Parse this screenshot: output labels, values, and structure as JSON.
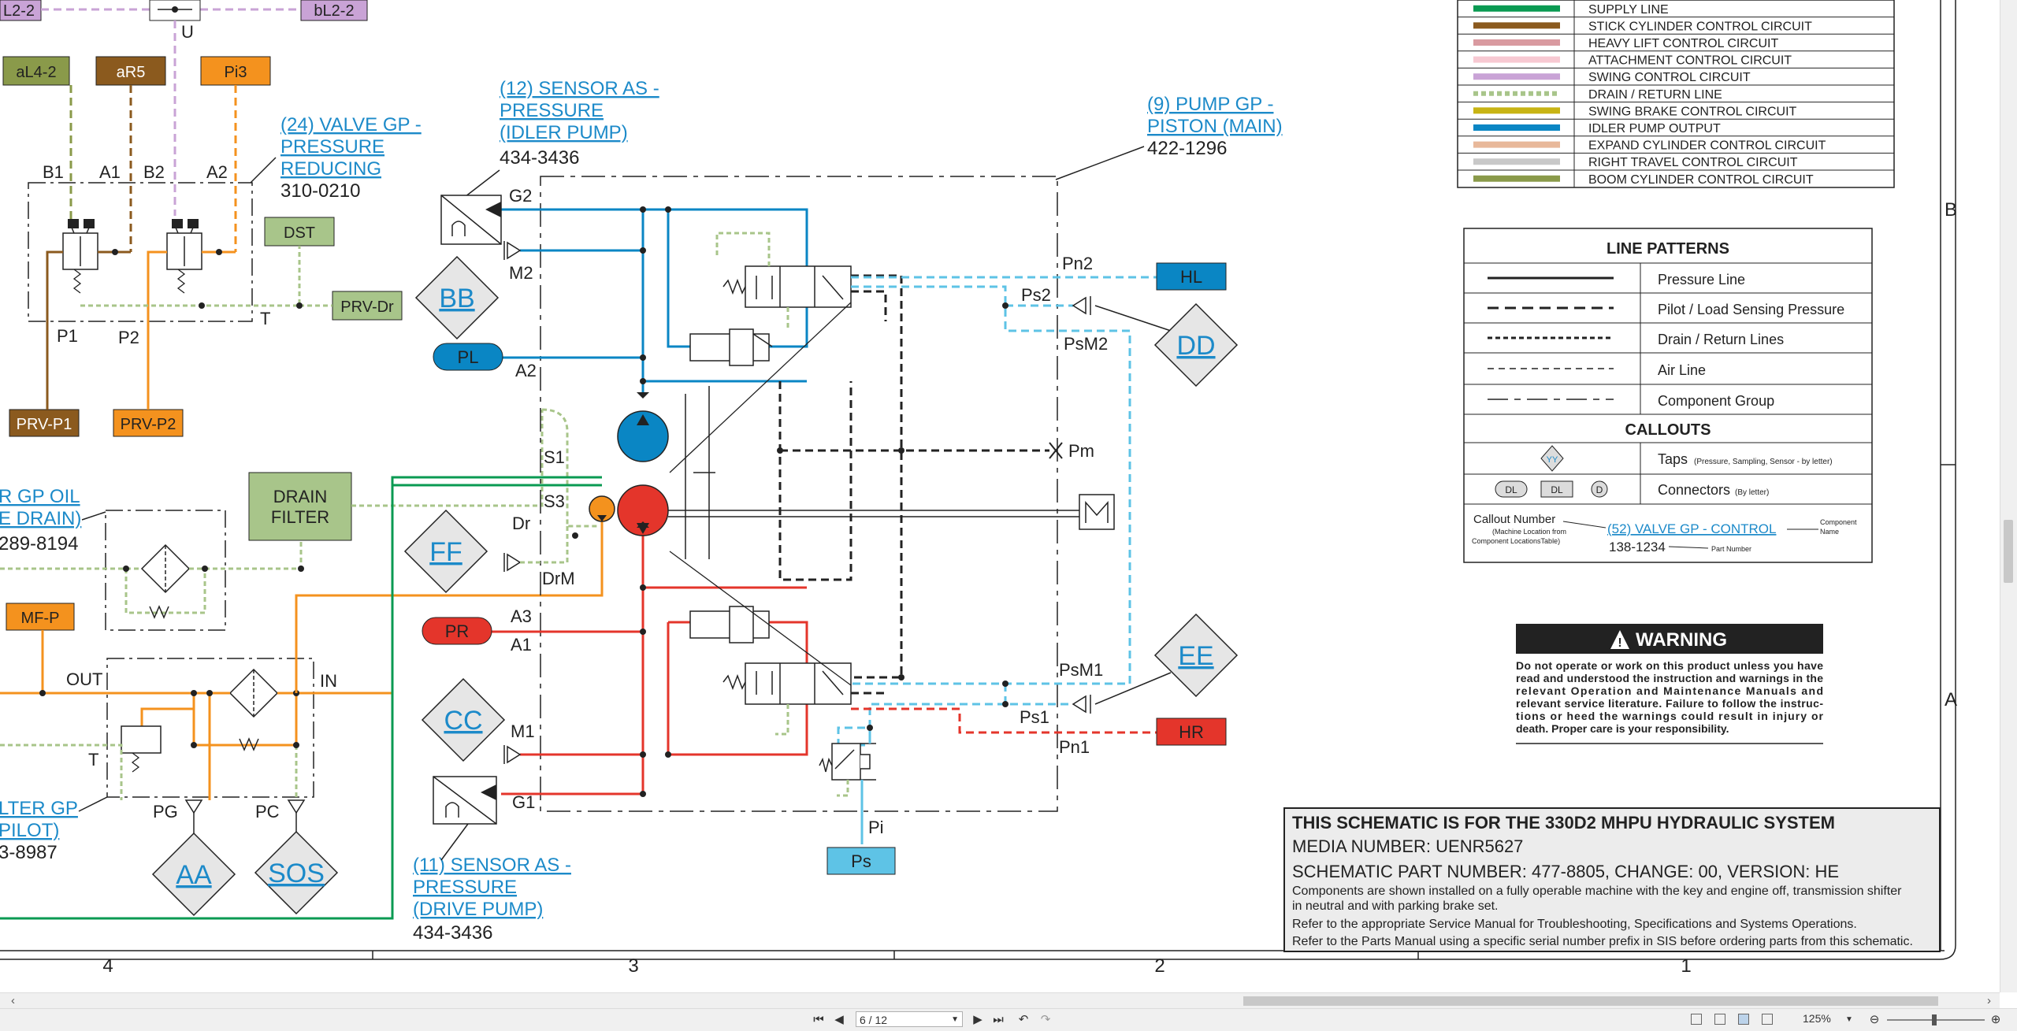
{
  "schematic": {
    "top_connectors": {
      "left": "L2-2",
      "right": "bL2-2",
      "valve_label": "U"
    },
    "ports_left": {
      "al42": "aL4-2",
      "ar5": "aR5",
      "pi3": "Pi3",
      "dst": "DST",
      "prvdr": "PRV-Dr",
      "prvp1": "PRV-P1",
      "prvp2": "PRV-P2",
      "mfp": "MF-P",
      "drain_filter_1": "DRAIN",
      "drain_filter_2": "FILTER"
    },
    "valve_ports": {
      "b1": "B1",
      "a1": "A1",
      "b2": "B2",
      "a2": "A2",
      "p1": "P1",
      "p2": "P2",
      "t": "T"
    },
    "filter_ports": {
      "out": "OUT",
      "in": "IN",
      "t": "T",
      "pg": "PG",
      "pc": "PC"
    },
    "callout_24": {
      "line1": "(24) VALVE GP -",
      "line2": "PRESSURE",
      "line3": "REDUCING",
      "part": "310-0210"
    },
    "callout_12": {
      "line1": "(12) SENSOR AS -",
      "line2": "PRESSURE",
      "line3": "(IDLER PUMP)",
      "part": "434-3436"
    },
    "callout_11": {
      "line1": "(11) SENSOR AS -",
      "line2": "PRESSURE",
      "line3": "(DRIVE PUMP)",
      "part": "434-3436"
    },
    "callout_9": {
      "line1": "(9) PUMP GP -",
      "line2": "PISTON (MAIN)",
      "part": "422-1296"
    },
    "callout_filter_oil": {
      "line1": "R GP OIL",
      "line2": "E DRAIN)",
      "part": "289-8194"
    },
    "callout_filter_pilot": {
      "line1": "LTER GP",
      "line2": "PILOT)",
      "part": "3-8987"
    },
    "diamonds": {
      "bb": "BB",
      "ff": "FF",
      "cc": "CC",
      "dd": "DD",
      "ee": "EE",
      "aa": "AA",
      "sos": "SOS"
    },
    "connectors": {
      "pl": "PL",
      "pr": "PR",
      "hl": "HL",
      "hr": "HR",
      "ps": "Ps"
    },
    "pump_ports": {
      "g2": "G2",
      "m2": "M2",
      "a2": "A2",
      "s1": "S1",
      "s3": "S3",
      "dr": "Dr",
      "drm": "DrM",
      "a3": "A3",
      "a1": "A1",
      "m1": "M1",
      "g1": "G1",
      "pn2": "Pn2",
      "ps2": "Ps2",
      "psm2": "PsM2",
      "pm": "Pm",
      "psm1": "PsM1",
      "ps1": "Ps1",
      "pn1": "Pn1",
      "pi": "Pi"
    },
    "zones": {
      "z4": "4",
      "z3": "3",
      "z2": "2",
      "z1": "1",
      "b": "B",
      "a": "A"
    }
  },
  "color_legend": {
    "items": [
      {
        "label": "SUPPLY LINE",
        "color": "#0a9a52",
        "dotted": false
      },
      {
        "label": "STICK CYLINDER CONTROL CIRCUIT",
        "color": "#8b5a1e",
        "dotted": false
      },
      {
        "label": "HEAVY LIFT CONTROL CIRCUIT",
        "color": "#d99aa0",
        "dotted": false
      },
      {
        "label": "ATTACHMENT CONTROL CIRCUIT",
        "color": "#f7c9d2",
        "dotted": false
      },
      {
        "label": "SWING CONTROL CIRCUIT",
        "color": "#c9a3d6",
        "dotted": false
      },
      {
        "label": "DRAIN / RETURN LINE",
        "color": "#a8c58a",
        "dotted": true
      },
      {
        "label": "SWING BRAKE CONTROL CIRCUIT",
        "color": "#c8b414",
        "dotted": false
      },
      {
        "label": "IDLER PUMP OUTPUT",
        "color": "#0a86c4",
        "dotted": false
      },
      {
        "label": "EXPAND CYLINDER CONTROL CIRCUIT",
        "color": "#e8b89a",
        "dotted": false
      },
      {
        "label": "RIGHT TRAVEL CONTROL CIRCUIT",
        "color": "#c8c8c8",
        "dotted": false
      },
      {
        "label": "BOOM CYLINDER CONTROL CIRCUIT",
        "color": "#8a9a4a",
        "dotted": false
      }
    ]
  },
  "line_patterns": {
    "title": "LINE PATTERNS",
    "items": [
      "Pressure Line",
      "Pilot / Load Sensing Pressure",
      "Drain / Return Lines",
      "Air Line",
      "Component Group"
    ],
    "callouts_title": "CALLOUTS",
    "taps_label": "Taps",
    "taps_note": "(Pressure, Sampling, Sensor - by letter)",
    "taps_symbol": "YY",
    "connectors_label": "Connectors",
    "connectors_note": "(By letter)",
    "conn_symbols": [
      "DL",
      "DL",
      "D"
    ],
    "callout_number": "Callout Number",
    "callout_location_1": "(Machine Location from",
    "callout_location_2": "Component LocationsTable)",
    "callout_example": "(52) VALVE GP - CONTROL",
    "component_name_1": "Component",
    "component_name_2": "Name",
    "part_example": "138-1234",
    "part_number": "Part Number"
  },
  "warning": {
    "title": "WARNING",
    "lines": [
      "Do not operate or work on this product unless you have",
      "read and understood the instruction and warnings in the",
      "relevant Operation and Maintenance Manuals and",
      "relevant service literature. Failure to follow the instruc-",
      "tions or heed the warnings could result in injury or",
      "death. Proper care is your responsibility."
    ]
  },
  "title_block": {
    "title": "THIS SCHEMATIC IS FOR THE 330D2 MHPU HYDRAULIC SYSTEM",
    "media": "MEDIA NUMBER: UENR5627",
    "part": "SCHEMATIC PART NUMBER: 477-8805, CHANGE: 00, VERSION: HE",
    "note1": "Components are shown installed on a fully operable machine with the key and engine off, transmission shifter",
    "note2": "in neutral and with parking brake set.",
    "note3": "Refer to the appropriate Service Manual for Troubleshooting, Specifications and Systems Operations.",
    "note4": "Refer to the Parts Manual using a specific serial number prefix in SIS before ordering parts from this schematic."
  },
  "viewer": {
    "page_value": "6 / 12",
    "zoom": "125%"
  }
}
